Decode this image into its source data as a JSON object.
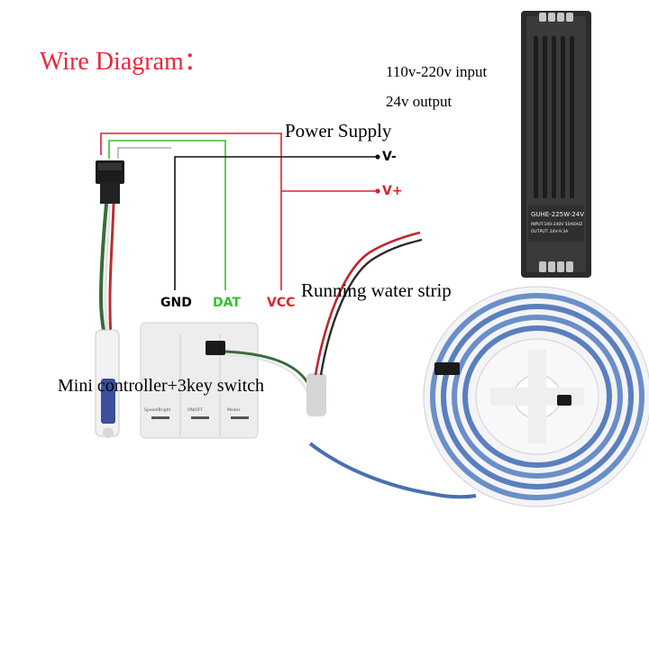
{
  "title": "Wire Diagram：",
  "power_supply": {
    "input_text": "110v-220v input",
    "output_text": "24v output",
    "label": "Power Supply",
    "terminal_negative": "V-",
    "terminal_positive": "V+",
    "model_text": "GUHE-225W-24V",
    "spec_line_1": "INPUT:100-240V 50/60HZ",
    "spec_line_2": "OUTPUT: 24V-9.3A"
  },
  "wires": {
    "gnd_label": "GND",
    "dat_label": "DAT",
    "vcc_label": "VCC"
  },
  "strip_label": "Running water strip",
  "controller": {
    "label": "Mini controller+3key switch",
    "button_1": "Speed/Bright",
    "button_2": "ON/OFF",
    "button_3": "Modes"
  },
  "colors": {
    "title": "#e8283c",
    "wire_red": "#e0202c",
    "wire_green": "#35c12e",
    "wire_black": "#111111"
  }
}
